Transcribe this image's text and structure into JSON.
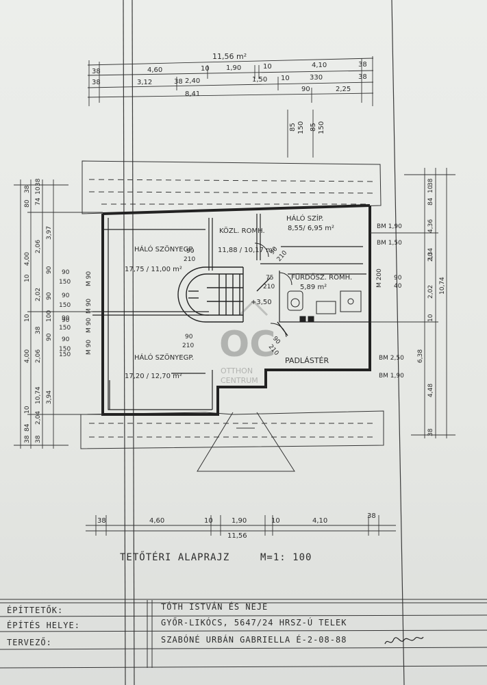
{
  "drawing": {
    "title": "TETŐTÉRI ALAPRAJZ",
    "scale": "M=1: 100",
    "top_total": "11,56 m²",
    "top_dims_row1": [
      "38",
      "4,60",
      "10",
      "1,90",
      "10",
      "4,10",
      "38"
    ],
    "top_dims_row2": [
      "38",
      "3,12",
      "38",
      "2,40",
      "1,50",
      "10",
      "330",
      "38"
    ],
    "top_dims_row3": [
      "8,41",
      "90",
      "2,25"
    ],
    "top_vertical": [
      "85",
      "150",
      "85",
      "150"
    ],
    "left_dims": [
      "38",
      "80",
      "10",
      "74",
      "38",
      "3,97",
      "4,00",
      "2,06",
      "90",
      "10",
      "2,02",
      "100",
      "10",
      "38",
      "90",
      "4,00",
      "2,06",
      "90",
      "3,94",
      "2,04",
      "10",
      "38",
      "84",
      "38",
      "10,74"
    ],
    "left_openings": [
      "90",
      "150",
      "90",
      "150",
      "90",
      "150",
      "90",
      "150",
      "90",
      "150"
    ],
    "left_m90": [
      "M 90",
      "M 90",
      "M 90",
      "M 90"
    ],
    "right_dims": [
      "38",
      "10",
      "84",
      "4,36",
      "2,34",
      "10",
      "2,02",
      "10,74",
      "10",
      "6,38",
      "4,48",
      "38"
    ],
    "bm_labels": [
      "BM 1,90",
      "BM 1,50",
      "BM 2,50",
      "BM 1,90"
    ],
    "m200": "M 200",
    "right_openings": [
      "90",
      "40"
    ],
    "bottom_dims": [
      "38",
      "4,60",
      "10",
      "1,90",
      "10",
      "4,10",
      "38"
    ],
    "bottom_total": "11,56",
    "rooms": [
      {
        "name": "HÁLÓ SZÍP.",
        "area": "8,55/ 6,95 m²"
      },
      {
        "name": "KÖZL. ROMH.",
        "area": "11,88 / 10,17 m²"
      },
      {
        "name": "HÁLÓ SZÖNYEGP.",
        "area": "17,75 / 11,00 m²"
      },
      {
        "name": "FÜRDŐSZ. ROMH.",
        "area": "5,89 m²"
      },
      {
        "name": "HÁLÓ SZÖNYEGP.",
        "area": "17,20 / 12,70 m²"
      },
      {
        "name": "PADLÁSTÉR",
        "area": ""
      }
    ],
    "door_labels": [
      "90",
      "210",
      "90",
      "210",
      "75",
      "210",
      "90",
      "210",
      "90",
      "210"
    ],
    "level": "+3,50"
  },
  "watermark": {
    "logo": "OC",
    "text1": "OTTHON",
    "text2": "CENTRUM"
  },
  "title_block": {
    "rows": [
      {
        "label": "ÉPÍTTETŐK:",
        "value": "TÓTH ISTVÁN ÉS NEJE"
      },
      {
        "label": "ÉPÍTÉS HELYE:",
        "value": "GYŐR-LIKÓCS, 5647/24 HRSZ-Ú TELEK"
      },
      {
        "label": "TERVEZŐ:",
        "value": "SZABÓNÉ URBÁN GABRIELLA  É-2-08-88"
      }
    ],
    "signature": "Urbán"
  },
  "colors": {
    "ink": "#2a2a2a",
    "paper": "#e9ebe8"
  }
}
